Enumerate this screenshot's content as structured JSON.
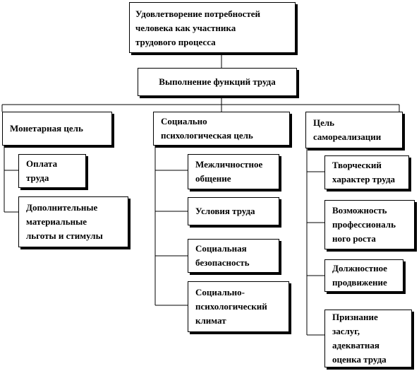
{
  "top": "Удовлетворение потребностей\nчеловека как участника\nтрудового процесса",
  "middle": "Выполнение функций труда",
  "columns": [
    {
      "title": "Монетарная цель",
      "items": [
        "Оплата\nтруда",
        "Дополнительные\nматериальные\nльготы и стимулы"
      ]
    },
    {
      "title": "Социально\nпсихологическая цель",
      "items": [
        "Межличностное\nобщение",
        "Условия труда",
        "Социальная\nбезопасность",
        "Социально-\nпсихологический\nклимат"
      ]
    },
    {
      "title": "Цель\nсамореализации",
      "items": [
        "Творческий\nхарактер труда",
        "Возможность\nпрофессиональ\nного роста",
        "Должностное\nпродвижение",
        "Признание\nзаслуг,\nадекватная\nоценка труда"
      ]
    }
  ]
}
